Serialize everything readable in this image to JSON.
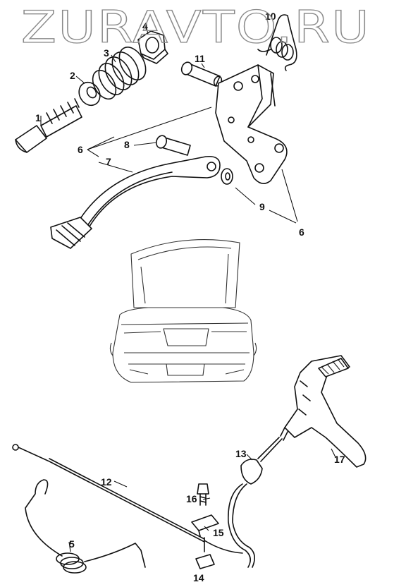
{
  "watermark": "ZURAVTO.RU",
  "part_labels": {
    "p1": "1",
    "p2": "2",
    "p3": "3",
    "p4": "4",
    "p5": "5",
    "p6a": "6",
    "p6b": "6",
    "p7": "7",
    "p8": "8",
    "p9": "9",
    "p10": "10",
    "p11": "11",
    "p12": "12",
    "p13": "13",
    "p14": "14",
    "p15": "15",
    "p16": "16",
    "p17": "17"
  },
  "colors": {
    "line": "#111111",
    "watermark": "#8a8a8a",
    "background": "#ffffff"
  }
}
